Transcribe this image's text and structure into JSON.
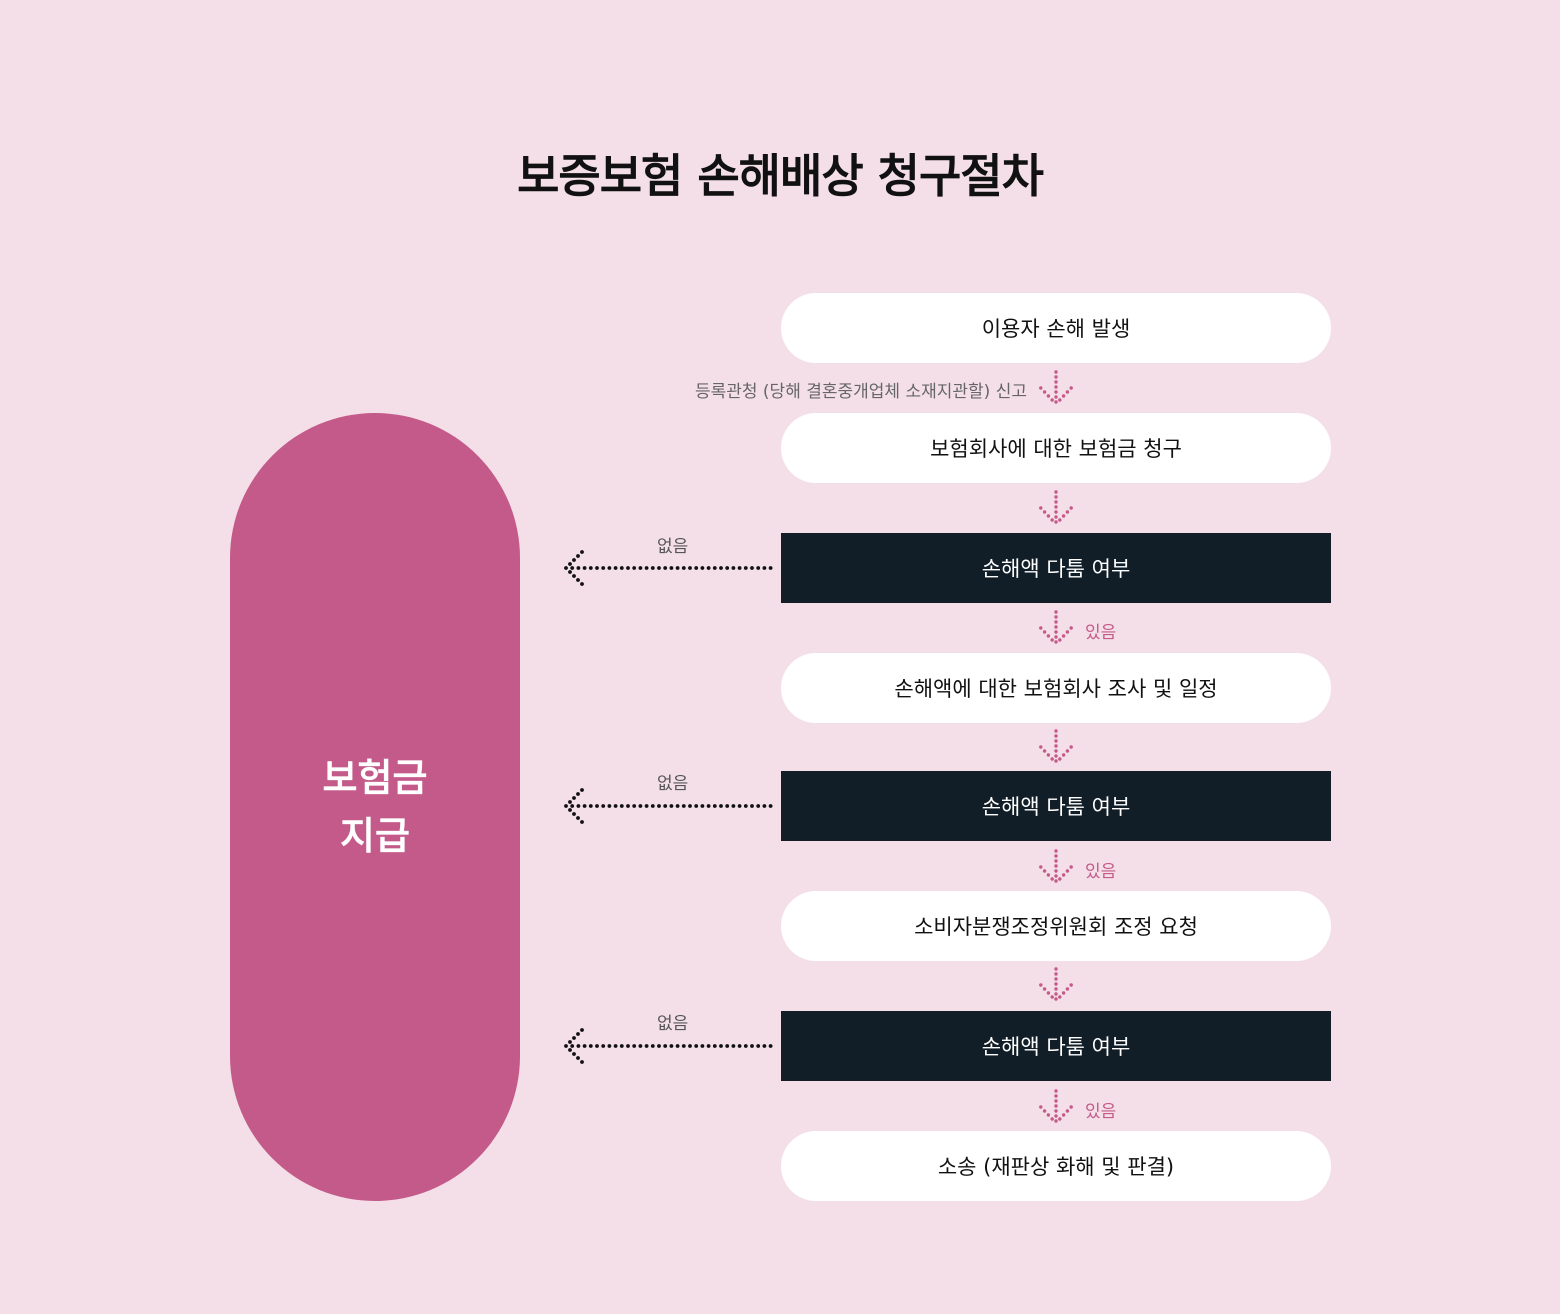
{
  "title": "보증보험 손해배상 청구절차",
  "payout": {
    "line1": "보험금",
    "line2": "지급"
  },
  "steps": [
    {
      "label": "이용자 손해 발생",
      "style": "white"
    },
    {
      "label": "보험회사에 대한 보험금 청구",
      "style": "white"
    },
    {
      "label": "손해액 다툼 여부",
      "style": "dark"
    },
    {
      "label": "손해액에 대한 보험회사 조사 및 일정",
      "style": "white"
    },
    {
      "label": "손해액 다툼 여부",
      "style": "dark"
    },
    {
      "label": "소비자분쟁조정위원회 조정 요청",
      "style": "white"
    },
    {
      "label": "손해액 다툼 여부",
      "style": "dark"
    },
    {
      "label": "소송 (재판상 화해 및 판결)",
      "style": "white"
    }
  ],
  "connectors": {
    "report": "등록관청 (당해 결혼중개업체 소재지관할) 신고",
    "yes": "있음",
    "no": "없음"
  },
  "colors": {
    "background": "#f4dfe8",
    "accent": "#c45a89",
    "dark": "#111e27",
    "white": "#ffffff"
  }
}
